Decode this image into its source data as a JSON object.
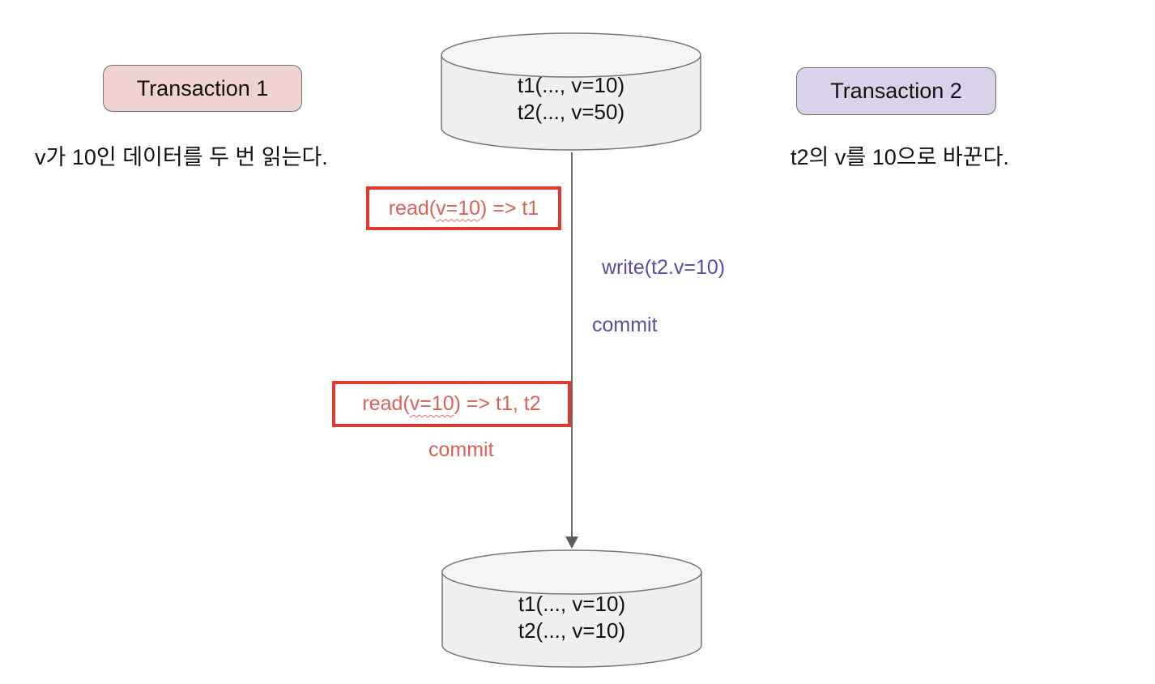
{
  "colors": {
    "transaction1_fill": "#f0d2d0",
    "transaction2_fill": "#d9d2ea",
    "badge_border": "#6f6f6f",
    "cylinder_fill": "#efefef",
    "cylinder_top_fill": "#f5f5f5",
    "cylinder_stroke": "#757575",
    "red_box_border": "#e2382e",
    "red_text": "#dd5f58",
    "purple_text": "#5b4aa4",
    "arrow_gray": "#666666",
    "black_text": "#111111"
  },
  "transaction1": {
    "label": "Transaction 1",
    "description": "v가 10인 데이터를 두 번 읽는다."
  },
  "transaction2": {
    "label": "Transaction 2",
    "description": "t2의 v를 10으로 바꾼다."
  },
  "db_before": {
    "rows": [
      "t1(..., v=10)",
      "t2(..., v=50)"
    ]
  },
  "db_after": {
    "rows": [
      "t1(..., v=10)",
      "t2(..., v=10)"
    ]
  },
  "operations": {
    "read1": {
      "prefix": "read(",
      "underlined": "v=10",
      "suffix": ") => t1"
    },
    "write_t2": "write(t2.v=10)",
    "commit_t2": "commit",
    "read2": {
      "prefix": "read(",
      "underlined": "v=10",
      "suffix": ") => t1, t2"
    },
    "commit_t1": "commit"
  }
}
